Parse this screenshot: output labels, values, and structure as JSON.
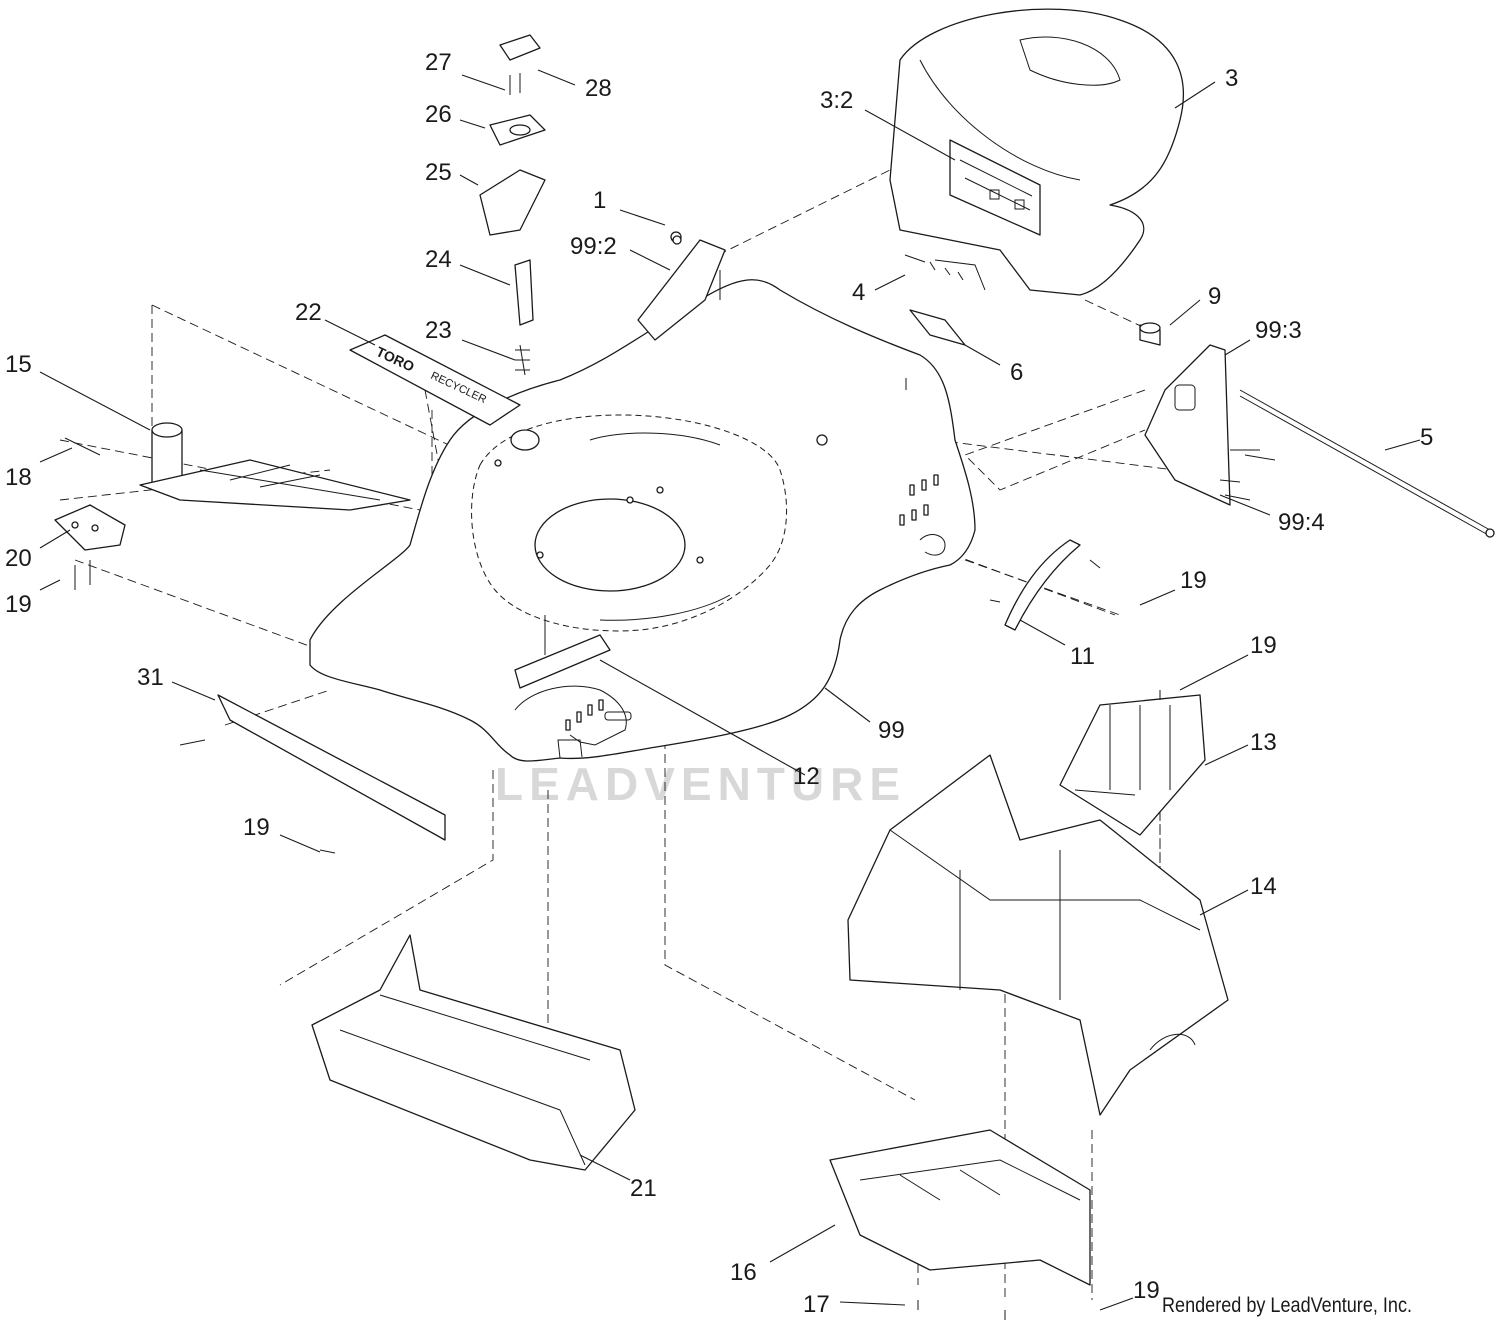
{
  "diagram": {
    "callouts": [
      {
        "id": "1",
        "text": "1"
      },
      {
        "id": "3",
        "text": "3"
      },
      {
        "id": "3-2",
        "text": "3:2"
      },
      {
        "id": "4",
        "text": "4"
      },
      {
        "id": "5",
        "text": "5"
      },
      {
        "id": "6",
        "text": "6"
      },
      {
        "id": "9",
        "text": "9"
      },
      {
        "id": "11",
        "text": "11"
      },
      {
        "id": "12",
        "text": "12"
      },
      {
        "id": "13",
        "text": "13"
      },
      {
        "id": "14",
        "text": "14"
      },
      {
        "id": "15",
        "text": "15"
      },
      {
        "id": "16",
        "text": "16"
      },
      {
        "id": "17",
        "text": "17"
      },
      {
        "id": "18",
        "text": "18"
      },
      {
        "id": "19",
        "text": "19"
      },
      {
        "id": "20",
        "text": "20"
      },
      {
        "id": "21",
        "text": "21"
      },
      {
        "id": "22",
        "text": "22"
      },
      {
        "id": "23",
        "text": "23"
      },
      {
        "id": "24",
        "text": "24"
      },
      {
        "id": "25",
        "text": "25"
      },
      {
        "id": "26",
        "text": "26"
      },
      {
        "id": "27",
        "text": "27"
      },
      {
        "id": "28",
        "text": "28"
      },
      {
        "id": "31",
        "text": "31"
      },
      {
        "id": "99",
        "text": "99"
      },
      {
        "id": "99-2",
        "text": "99:2"
      },
      {
        "id": "99-3",
        "text": "99:3"
      },
      {
        "id": "99-4",
        "text": "99:4"
      }
    ],
    "decal_22_text": "TORO",
    "decal_22_subtext": "RECYCLER"
  },
  "watermark": {
    "text": "LEADVENTURE"
  },
  "credit": {
    "text": "Rendered by LeadVenture, Inc."
  }
}
